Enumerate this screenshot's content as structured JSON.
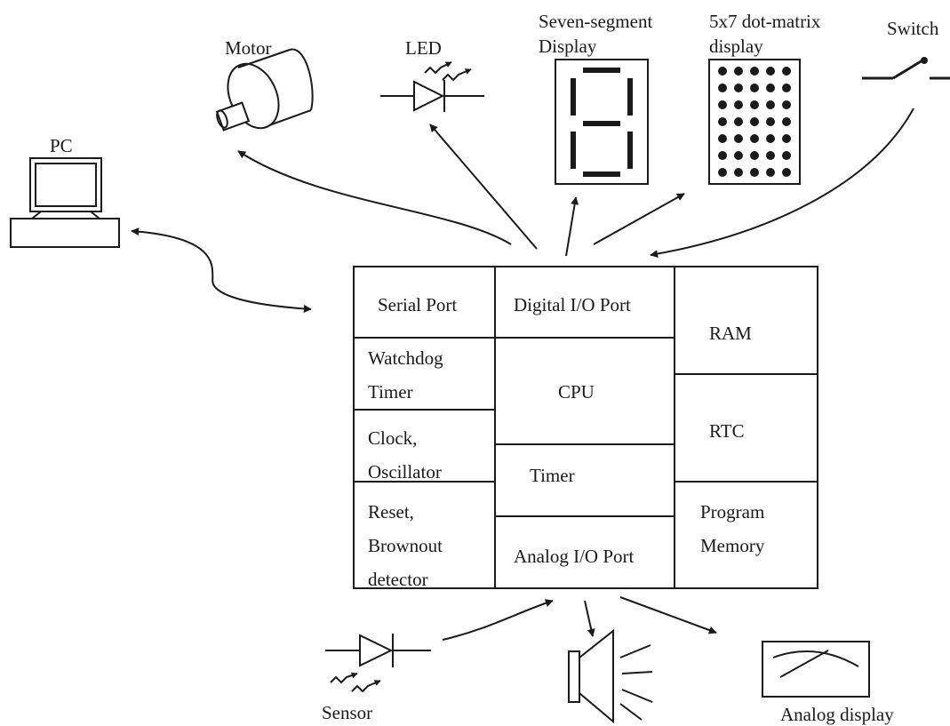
{
  "colors": {
    "ink": "#1a1a1a",
    "background": "#ffffff"
  },
  "peripherals": {
    "motor": "Motor",
    "led": "LED",
    "seven_segment": [
      "Seven-segment",
      "Display"
    ],
    "dot_matrix": [
      "5x7 dot-matrix",
      "display"
    ],
    "switch": "Switch",
    "pc": "PC",
    "sensor": "Sensor",
    "analog_display": "Analog display"
  },
  "mcu": {
    "serial_port": "Serial Port",
    "digital_io": "Digital I/O Port",
    "ram": "RAM",
    "watchdog": [
      "Watchdog",
      "Timer"
    ],
    "cpu": "CPU",
    "rtc": "RTC",
    "clock": [
      "Clock,",
      "Oscillator"
    ],
    "timer": "Timer",
    "program_memory": [
      "Program",
      "Memory"
    ],
    "reset": [
      "Reset,",
      "Brownout",
      "detector"
    ],
    "analog_io": "Analog I/O Port"
  },
  "icons": {
    "motor": "motor-icon",
    "led": "led-icon",
    "seven_segment": "seven-segment-icon",
    "dot_matrix": "dot-matrix-icon",
    "switch": "switch-icon",
    "pc": "pc-icon",
    "sensor": "photodiode-icon",
    "speaker": "speaker-icon",
    "analog_display": "analog-meter-icon"
  }
}
